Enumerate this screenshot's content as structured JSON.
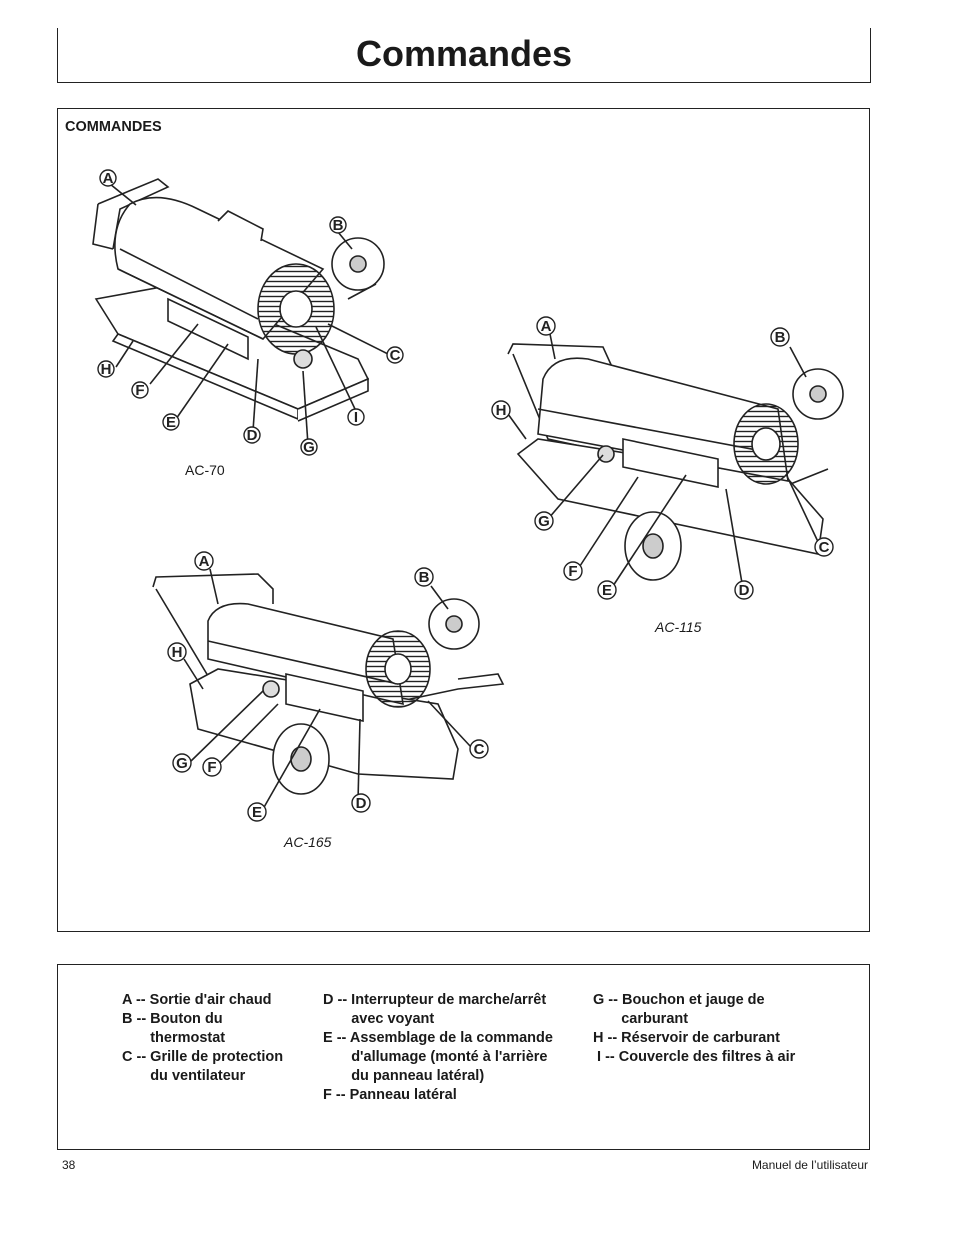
{
  "page_title": "Commandes",
  "figure": {
    "heading": "COMMANDES",
    "captions": {
      "ac70": "AC-70",
      "ac115": "AC-115",
      "ac165": "AC-165"
    },
    "callouts": [
      "A",
      "B",
      "C",
      "D",
      "E",
      "F",
      "G",
      "H",
      "I"
    ]
  },
  "legend": {
    "col1": [
      "A -- Sortie d'air chaud",
      "B -- Bouton du",
      "       thermostat",
      "C -- Grille de protection",
      "       du ventilateur"
    ],
    "col2": [
      "D -- Interrupteur de marche/arrêt",
      "       avec voyant",
      "E -- Assemblage de la commande",
      "       d'allumage (monté à l'arrière",
      "       du panneau latéral)",
      "F -- Panneau latéral"
    ],
    "col3": [
      "G -- Bouchon et jauge de",
      "       carburant",
      "H -- Réservoir de carburant",
      " I -- Couvercle des filtres à air"
    ]
  },
  "footer": {
    "page_number": "38",
    "doc_name": "Manuel de l’utilisateur"
  }
}
